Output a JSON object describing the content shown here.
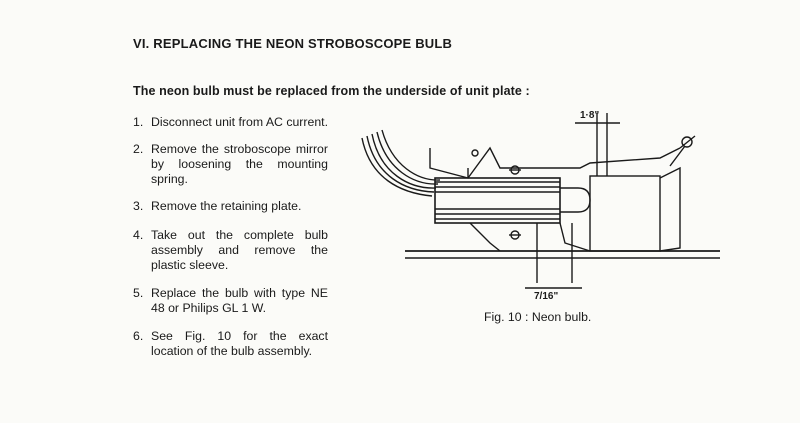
{
  "heading": "VI. REPLACING THE NEON STROBOSCOPE BULB",
  "intro": "The neon bulb must be replaced from the underside of unit plate :",
  "steps": [
    {
      "num": "1.",
      "text": "Disconnect unit from AC current."
    },
    {
      "num": "2.",
      "text": "Remove the stroboscope mirror by loosening the mounting spring."
    },
    {
      "num": "3.",
      "text": "Remove the retaining plate."
    },
    {
      "num": "4.",
      "text": "Take out the complete bulb assembly and remove the plastic sleeve."
    },
    {
      "num": "5.",
      "text": "Replace the bulb with type NE 48 or Philips GL 1 W."
    },
    {
      "num": "6.",
      "text": "See Fig. 10 for the exact location of the bulb assembly."
    }
  ],
  "figure": {
    "caption": "Fig. 10 : Neon bulb.",
    "dim_top": "1·8\"",
    "dim_bottom": "7/16\""
  }
}
